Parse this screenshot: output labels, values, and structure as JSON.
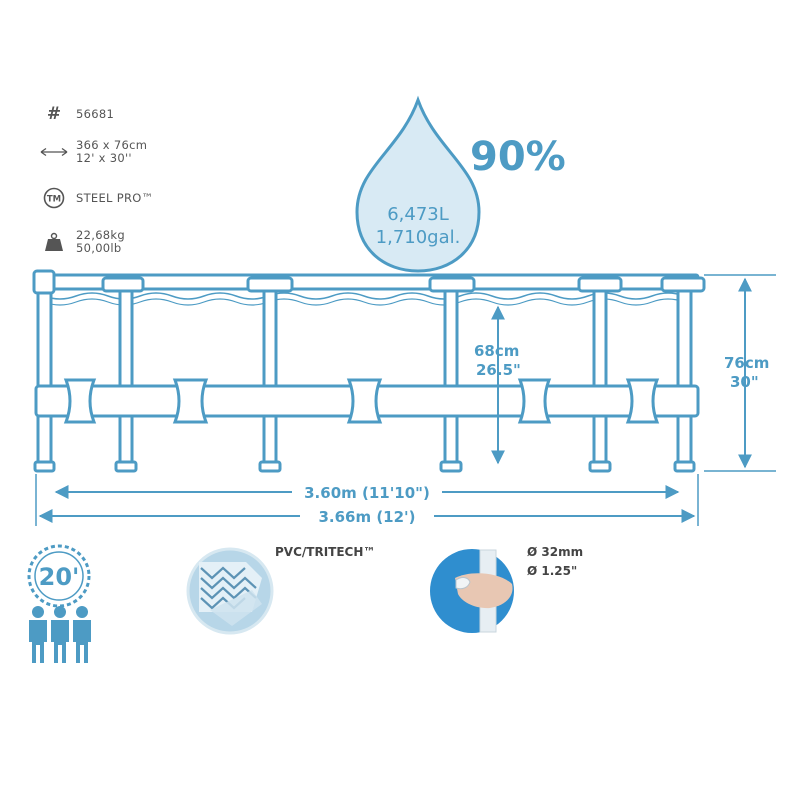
{
  "specs": {
    "model_number": "56681",
    "size_metric": "366 x 76cm",
    "size_imperial": "12' x 30''",
    "frame_type": "STEEL PRO™",
    "weight_kg": "22,68kg",
    "weight_lb": "50,00lb"
  },
  "icons": {
    "model": "hash-icon",
    "size": "double-arrow-icon",
    "frame": "trademark-icon",
    "weight": "weight-icon",
    "setup_time": "stopwatch-icon",
    "people": "people-icon"
  },
  "capacity": {
    "percent": "90%",
    "liters": "6,473L",
    "gallons": "1,710gal."
  },
  "dimensions": {
    "water_depth_cm": "68cm",
    "water_depth_in": "26.5\"",
    "height_cm": "76cm",
    "height_in": "30\"",
    "inner_diameter": "3.60m (11'10\")",
    "outer_diameter": "3.66m (12')"
  },
  "features": {
    "setup_time": "20'",
    "material": "PVC/TRITECH™",
    "leg_diameter_mm": "Ø 32mm",
    "leg_diameter_in": "Ø 1.25\""
  },
  "colors": {
    "accent": "#4d9bc4",
    "light_fill": "#d3e7f2",
    "text": "#555555"
  }
}
